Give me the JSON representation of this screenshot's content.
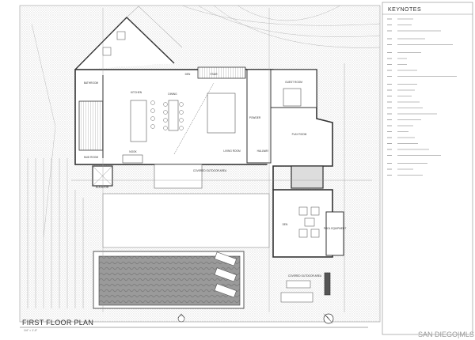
{
  "drawing": {
    "title": "FIRST FLOOR PLAN",
    "scale": "1/4\" = 1'-0\"",
    "rooms": {
      "kitchen": "KITCHEN",
      "dining": "DINING",
      "living_room": "LIVING ROOM",
      "guest_room": "GUEST ROOM",
      "play_room": "PLAY ROOM",
      "hallway": "HALLWAY",
      "den": "DEN",
      "pool_equipment": "POOL EQUIPMENT",
      "covered_outdoor_area": "COVERED OUTDOOR AREA",
      "covered_outdoor_area_2": "COVERED OUTDOOR AREA",
      "nook": "NOOK",
      "elevator": "ELEVATOR",
      "mud_room": "MUD ROOM",
      "bathroom": "BATHROOM",
      "powder": "POWDER",
      "stair": "STAIR"
    }
  },
  "keynotes": {
    "heading": "KEYNOTES"
  },
  "watermark": "SAN DIEGO|MLS",
  "colors": {
    "wall": "#333333",
    "hatch": "#bbbbbb",
    "line": "#888888"
  }
}
